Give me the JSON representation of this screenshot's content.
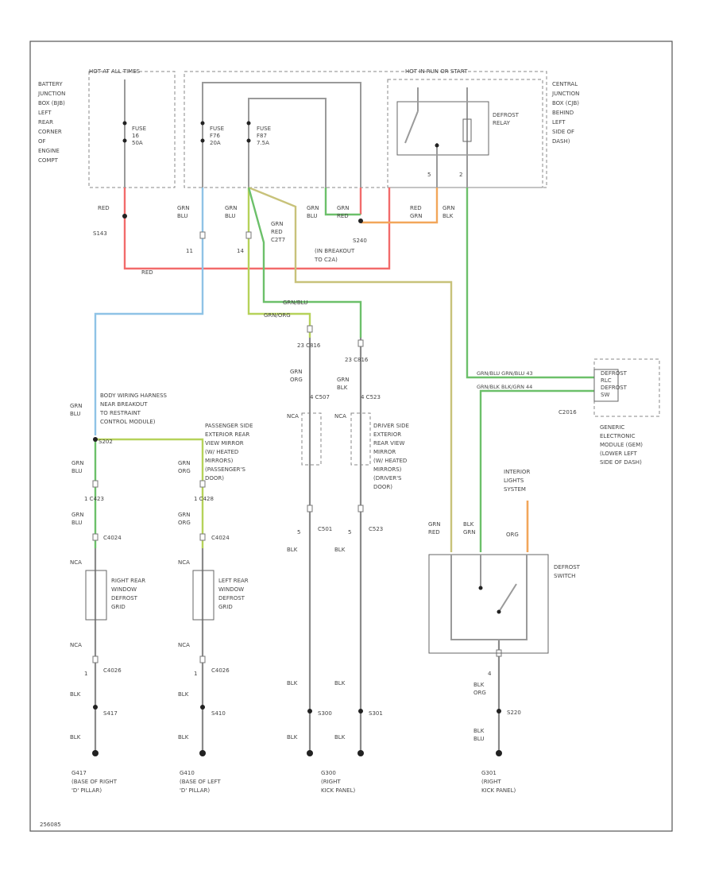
{
  "colors": {
    "red": "#f26b6b",
    "blue": "#8fc3e6",
    "green": "#6cc06a",
    "yellow_green": "#b6d25a",
    "orange": "#f2a65a",
    "tan": "#c8c27a",
    "black_wire": "#8a8a8a"
  },
  "labels": {
    "hot_at_all_times": "HOT AT ALL TIMES",
    "hot_run_accy": "HOT IN RUN OR START",
    "battery_jbox": [
      "BATTERY",
      "JUNCTION",
      "BOX (BJB)",
      "LEFT",
      "REAR",
      "CORNER",
      "OF",
      "ENGINE",
      "COMPT"
    ],
    "central_jbox": [
      "CENTRAL",
      "JUNCTION",
      "BOX (CJB)",
      "BEHIND",
      "LEFT",
      "SIDE OF",
      "DASH)"
    ],
    "fuse1": [
      "FUSE",
      "16",
      "50A"
    ],
    "fuse2": [
      "FUSE",
      "F76",
      "20A"
    ],
    "fuse3": [
      "FUSE",
      "F87",
      "7.5A"
    ],
    "defrost_relay": [
      "DEFROST",
      "RELAY"
    ],
    "relay_pin5": "5",
    "relay_pin2": "2",
    "w_red_a": "RED",
    "s_s143": "S143",
    "w_grn_blu_a": [
      "GRN",
      "BLU"
    ],
    "w_grn_blu_b": [
      "GRN",
      "BLU"
    ],
    "w_grn_red": [
      "GRN",
      "RED",
      "C2T7"
    ],
    "w_grn_blu_c": [
      "GRN",
      "BLU"
    ],
    "w_grn_red_b": [
      "GRN",
      "RED"
    ],
    "w_red_grn": [
      "RED",
      "GRN"
    ],
    "w_grn_blk": [
      "GRN",
      "BLK"
    ],
    "n11": "11",
    "n14": "14",
    "s240": "S240",
    "s240_desc": [
      "(IN BREAKOUT",
      "TO C2A)"
    ],
    "w_red_bottom": "RED",
    "w_grn_blu_mid": "GRN/BLU",
    "w_grn_org_mid": "GRN/ORG",
    "c21_left": "23 C816",
    "c21_right": "23 C816",
    "w_grn_org_p": [
      "GRN",
      "ORG"
    ],
    "w_grn_blk_p": [
      "GRN",
      "BLK"
    ],
    "c_pass": "4 C507",
    "c_drv": "4 C523",
    "nca_p": "NCA",
    "nca_d": "NCA",
    "pass_mirror": [
      "PASSENGER SIDE",
      "EXTERIOR REAR",
      "VIEW MIRROR",
      "(W/ HEATED",
      "MIRRORS)",
      "(PASSENGER'S",
      "DOOR)"
    ],
    "drv_mirror": [
      "DRIVER SIDE",
      "EXTERIOR",
      "REAR VIEW",
      "MIRROR",
      "(W/ HEATED",
      "MIRRORS)",
      "(DRIVER'S",
      "DOOR)"
    ],
    "body_harness": [
      "BODY WIRING HARNESS",
      "NEAR BREAKOUT",
      "TO RESTRAINT",
      "CONTROL MODULE)"
    ],
    "w_grn_blu_body": [
      "GRN",
      "BLU"
    ],
    "s_splice": "S202",
    "gem_pins": [
      "GRN/BLU  GRN/BLU  43",
      "GRN/BLK  BLK/GRN  44"
    ],
    "gem_box": [
      "DEFROST",
      "RLC",
      "DEFROST",
      "SW"
    ],
    "c2016": "C2016",
    "gem_desc": [
      "GENERIC",
      "ELECTRONIC",
      "MODULE (GEM)",
      "(LOWER LEFT",
      "SIDE OF DASH)"
    ],
    "w_grn_blu_r": [
      "GRN",
      "BLU"
    ],
    "w_grn_org_l": [
      "GRN",
      "ORG"
    ],
    "c_right_top": "1  C423",
    "c_left_top": "1  C428",
    "w_grn_blu_r2": [
      "GRN",
      "BLU"
    ],
    "w_grn_org_l2": [
      "GRN",
      "ORG"
    ],
    "c_right_2": "C4024",
    "c_left_2": "C4024",
    "nca_r": "NCA",
    "nca_l": "NCA",
    "right_grid": [
      "RIGHT REAR",
      "WINDOW",
      "DEFROST",
      "GRID"
    ],
    "left_grid": [
      "LEFT REAR",
      "WINDOW",
      "DEFROST",
      "GRID"
    ],
    "nca_r2": "NCA",
    "nca_l2": "NCA",
    "c_right_3": "C4026",
    "c_left_3": "C4026",
    "n1a": "1",
    "n1b": "1",
    "blk": "BLK",
    "s_g417": "S417",
    "s_g410": "S410",
    "g_g417": [
      "G417",
      "(BASE OF RIGHT",
      "'D' PILLAR)"
    ],
    "g_g410": [
      "G410",
      "(BASE OF LEFT",
      "'D' PILLAR)"
    ],
    "c_pass_lower": "C501",
    "c_drv_lower": "C523",
    "n5a": "5",
    "n5b": "5",
    "s_s300": "S300",
    "s_s301": "S301",
    "g_g300": [
      "G300",
      "(RIGHT",
      "KICK PANEL)"
    ],
    "interior_lights": [
      "INTERIOR",
      "LIGHTS",
      "SYSTEM"
    ],
    "sw_w1": [
      "GRN",
      "RED"
    ],
    "sw_w2": [
      "BLK",
      "GRN"
    ],
    "sw_w3": "ORG",
    "defrost_switch": [
      "DEFROST",
      "SWITCH"
    ],
    "sw_bottom_pin": "4",
    "w_blk_org": [
      "BLK",
      "ORG"
    ],
    "s_s220": "S220",
    "w_blk_blu": [
      "BLK",
      "BLU"
    ],
    "g_g301": [
      "G301",
      "(RIGHT",
      "KICK PANEL)"
    ],
    "footer_id": "256085"
  }
}
